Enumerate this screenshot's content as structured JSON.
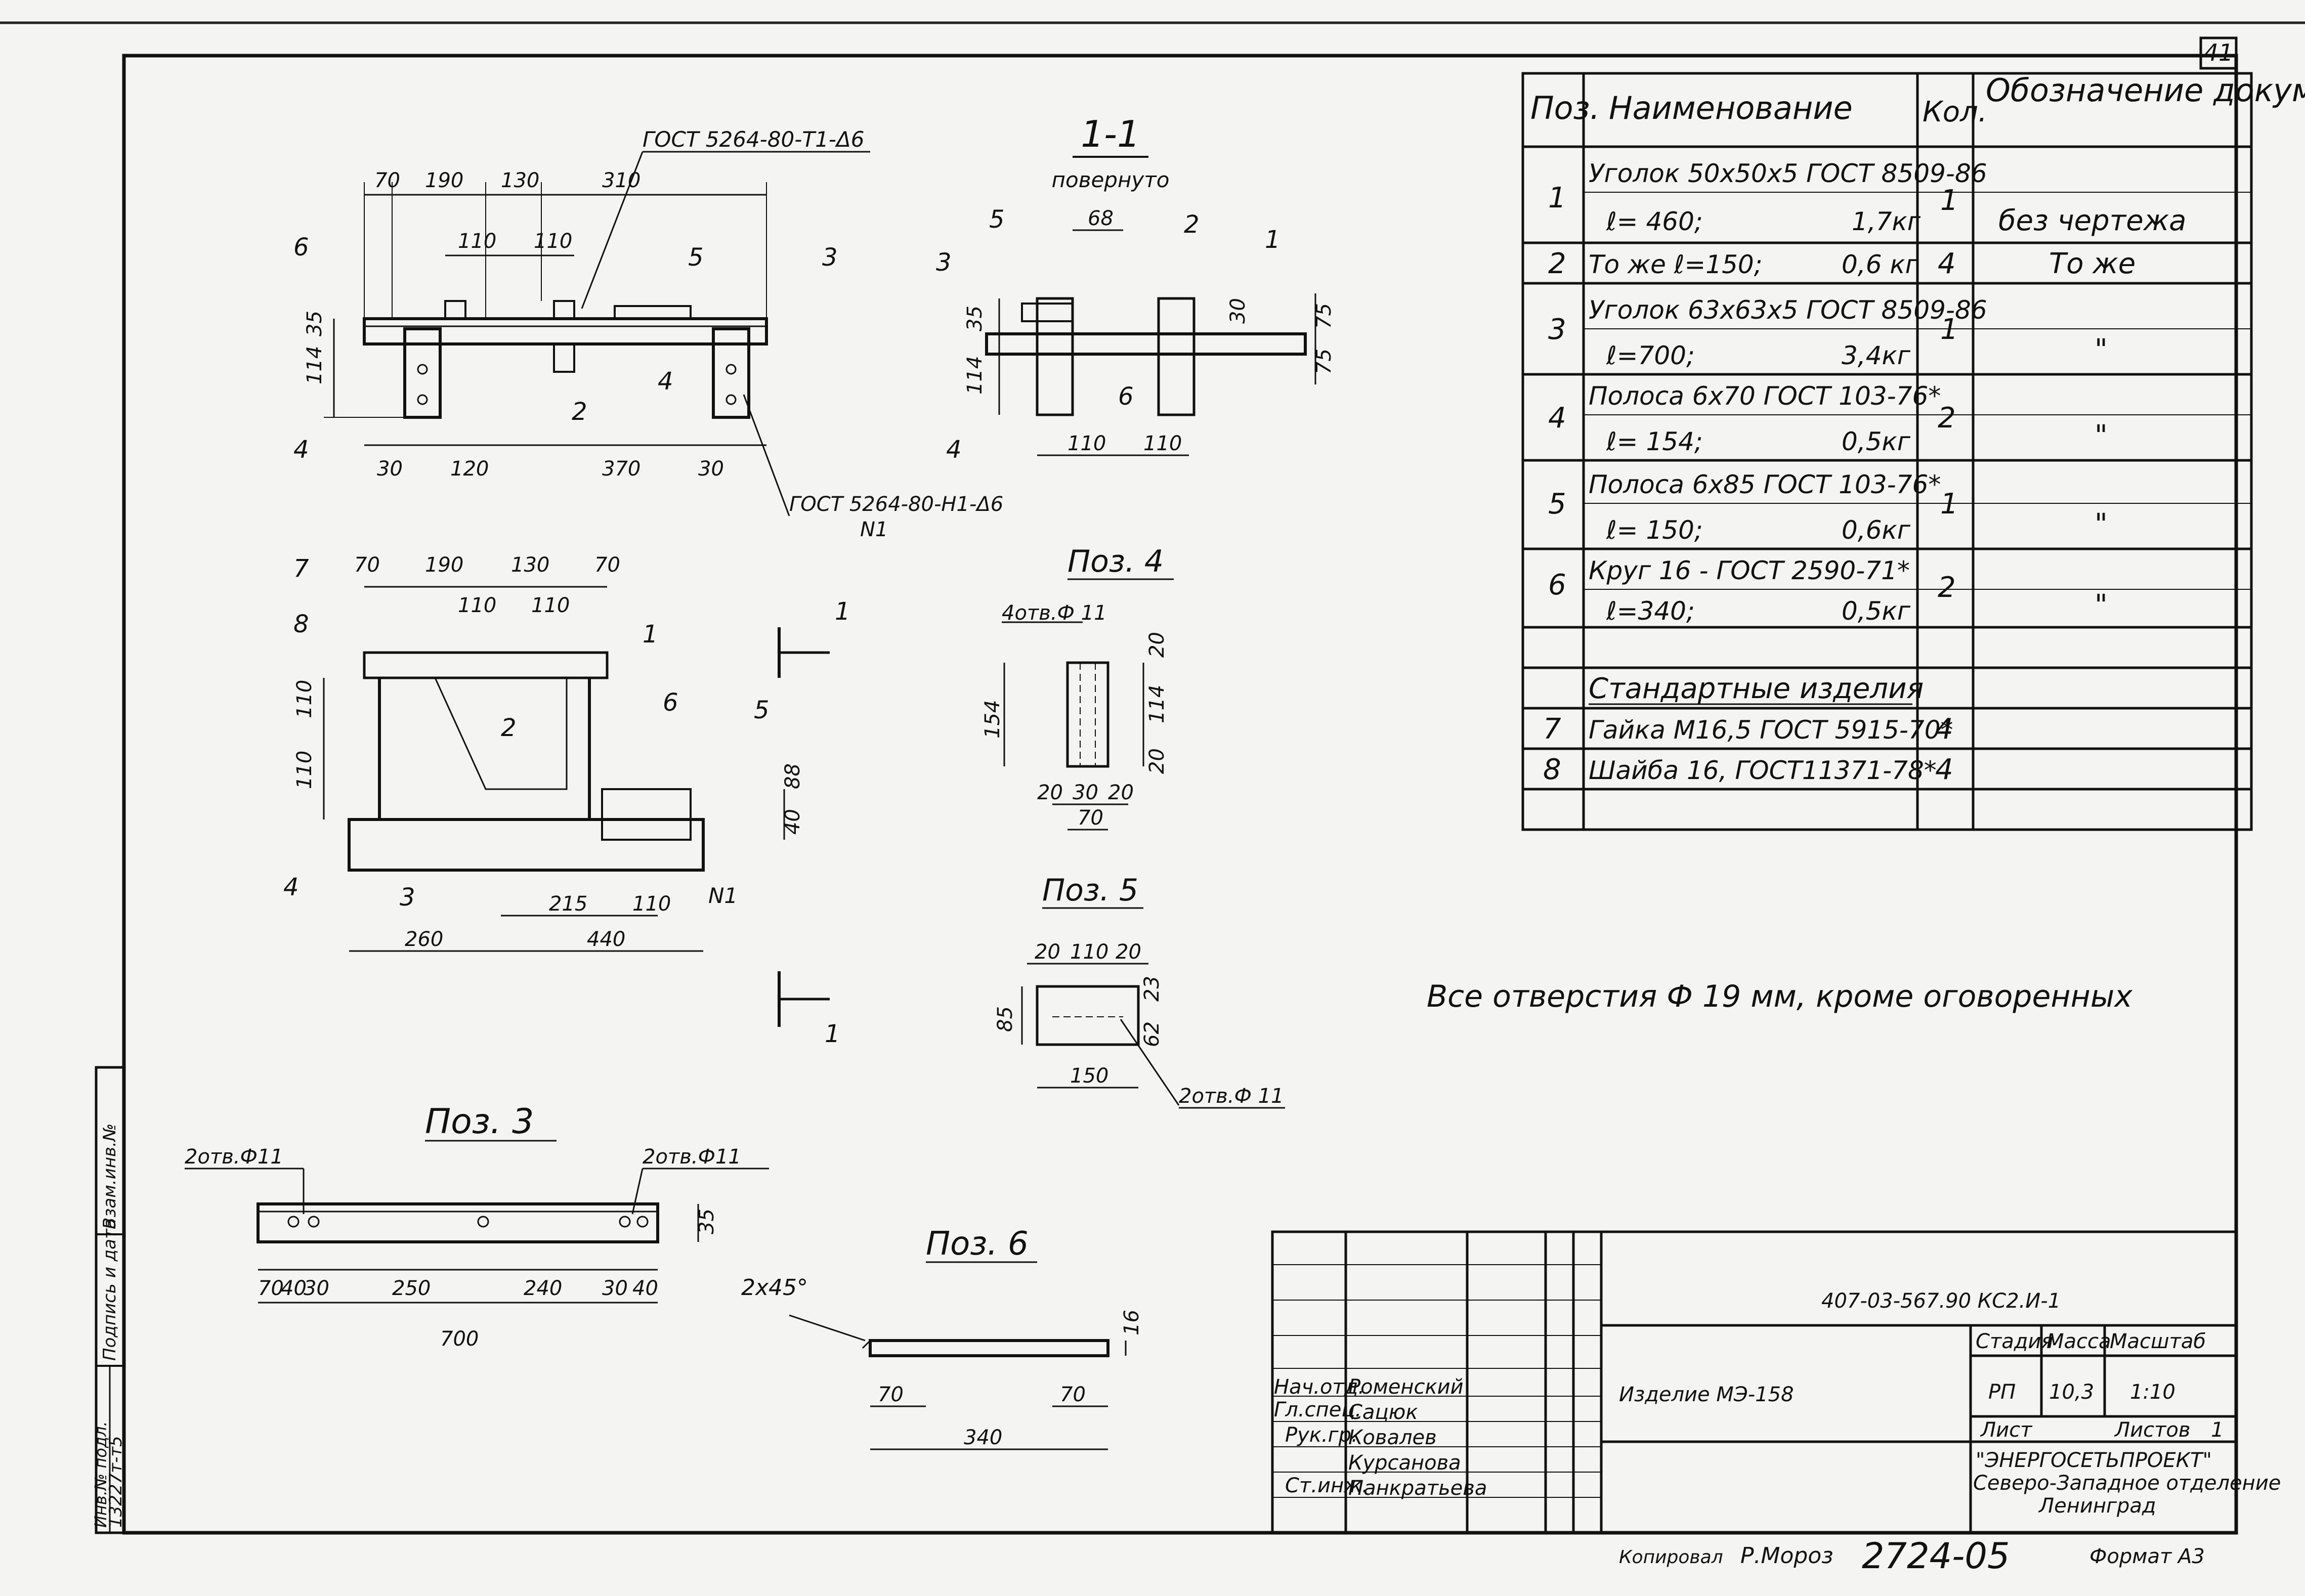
{
  "sheet": {
    "number": "41",
    "code": "407-03-567.90 КС2.И-1",
    "item_title": "Изделие МЭ-158",
    "copied": "Копировал",
    "copy_sign": "Р.Мороз",
    "order_no": "2724-05",
    "format": "Формат А3"
  },
  "notes": {
    "holes": "Все отверстия Ф 19 мм, кроме оговоренных"
  },
  "views": {
    "section_title": "1-1",
    "section_sub": "повернуто",
    "section_mark": "1",
    "pos3": "Поз. 3",
    "pos4": "Поз. 4",
    "pos5": "Поз. 5",
    "pos6": "Поз. 6",
    "weld_top": "ГОСТ 5264-80-Т1-Δ6",
    "weld_bottom": "ГОСТ 5264-80-Н1-Δ6",
    "weld_no": "N1",
    "holes_pos3_left": "2отв.Ф11",
    "holes_pos3_right": "2отв.Ф11",
    "holes_pos4": "4отв.Ф 11",
    "holes_pos5": "2отв.Ф 11",
    "chamfer": "2х45°"
  },
  "dims": {
    "front": [
      "70",
      "190",
      "130",
      "310",
      "110",
      "110",
      "30",
      "120",
      "370",
      "30",
      "114",
      "35"
    ],
    "section": [
      "68",
      "35",
      "114",
      "30",
      "75",
      "75",
      "110",
      "110"
    ],
    "plan": [
      "70",
      "190",
      "130",
      "70",
      "110",
      "110",
      "110",
      "110",
      "215",
      "110",
      "260",
      "440",
      "88",
      "40"
    ],
    "pos4": [
      "20",
      "114",
      "154",
      "20",
      "20",
      "30",
      "20",
      "70"
    ],
    "pos5": [
      "20",
      "110",
      "20",
      "23",
      "85",
      "62",
      "150"
    ],
    "pos3": [
      "70",
      "40",
      "30",
      "250",
      "240",
      "30",
      "40",
      "700",
      "35"
    ],
    "pos6": [
      "70",
      "70",
      "340",
      "16"
    ]
  },
  "callouts": [
    "6",
    "5",
    "3",
    "2",
    "4",
    "1",
    "7",
    "8"
  ],
  "spec": {
    "headers": {
      "pos": "Поз.",
      "name": "Наименование",
      "qty": "Кол.",
      "doc": "Обозначение документа"
    },
    "rows": [
      {
        "pos": "1",
        "name1": "Уголок 50х50х5 ГОСТ 8509-86",
        "name2": "ℓ= 460;",
        "mass": "1,7кг",
        "qty": "1",
        "doc": "без чертежа"
      },
      {
        "pos": "2",
        "name1": "То же  ℓ=150;",
        "name2": "",
        "mass": "0,6 кг",
        "qty": "4",
        "doc": "То же"
      },
      {
        "pos": "3",
        "name1": "Уголок 63х63х5 ГОСТ 8509-86",
        "name2": "ℓ=700;",
        "mass": "3,4кг",
        "qty": "1",
        "doc": "\""
      },
      {
        "pos": "4",
        "name1": "Полоса 6х70 ГОСТ 103-76*",
        "name2": "ℓ= 154;",
        "mass": "0,5кг",
        "qty": "2",
        "doc": "\""
      },
      {
        "pos": "5",
        "name1": "Полоса 6х85 ГОСТ 103-76*",
        "name2": "ℓ= 150;",
        "mass": "0,6кг",
        "qty": "1",
        "doc": "\""
      },
      {
        "pos": "6",
        "name1": "Круг 16 - ГОСТ 2590-71*",
        "name2": "ℓ=340;",
        "mass": "0,5кг",
        "qty": "2",
        "doc": "\""
      }
    ],
    "std_header": "Стандартные изделия",
    "std_rows": [
      {
        "pos": "7",
        "name": "Гайка М16,5 ГОСТ 5915-70*",
        "qty": "4"
      },
      {
        "pos": "8",
        "name": "Шайба 16, ГОСТ11371-78*",
        "qty": "4"
      }
    ]
  },
  "titleblock": {
    "stage_h": "Стадия",
    "mass_h": "Масса",
    "scale_h": "Масштаб",
    "stage": "РП",
    "mass": "10,3",
    "scale": "1:10",
    "sheet_h": "Лист",
    "sheets_h": "Листов",
    "sheets": "1",
    "org1": "\"ЭНЕРГОСЕТЬПРОЕКТ\"",
    "org2": "Северо-Западное отделение",
    "org3": "Ленинград",
    "roles": [
      "Нач.отд.",
      "Гл.спец.",
      "Рук.гр.",
      "",
      "Ст.инж."
    ],
    "names": [
      "Роменский",
      "Сацюк",
      "Ковалев",
      "Курсанова",
      "Панкратьева"
    ]
  },
  "side": {
    "inv_label": "Инв.№ подл.",
    "inv_value": "13227т-т5",
    "sign_label": "Подпись и дата",
    "vzam_label": "Взам.инв.№"
  }
}
